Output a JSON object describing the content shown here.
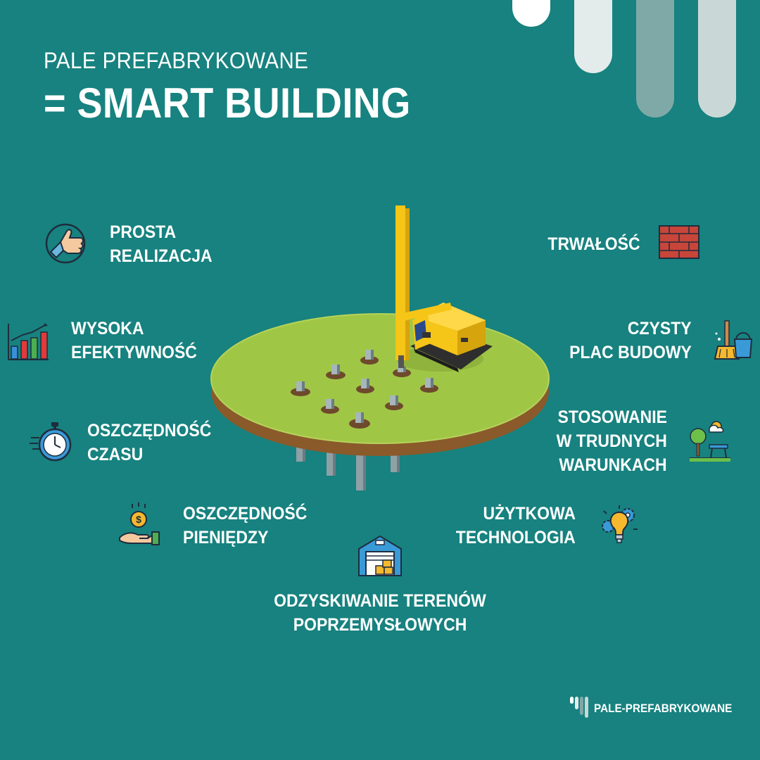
{
  "header": {
    "subtitle": "PALE PREFABRYKOWANE",
    "title": "= SMART BUILDING"
  },
  "features": {
    "prosta_realizacja": [
      "PROSTA",
      "REALIZACJA"
    ],
    "wysoka_efektywnosc": [
      "WYSOKA",
      "EFEKTYWNOŚĆ"
    ],
    "oszczednosc_czasu": [
      "OSZCZĘDNOŚĆ",
      "CZASU"
    ],
    "oszczednosc_pieniedzy": [
      "OSZCZĘDNOŚĆ",
      "PIENIĘDZY"
    ],
    "odzyskiwanie": [
      "ODZYSKIWANIE TERENÓW",
      "POPRZEMYSŁOWYCH"
    ],
    "uzytkowa_technologia": [
      "UŻYTKOWA",
      "TECHNOLOGIA"
    ],
    "stosowanie": [
      "STOSOWANIE",
      "W TRUDNYCH",
      "WARUNKACH"
    ],
    "czysty_plac": [
      "CZYSTY",
      "PLAC BUDOWY"
    ],
    "trwalosc": [
      "TRWAŁOŚĆ"
    ]
  },
  "icons": {
    "prosta_realizacja": "thumbs-up-icon",
    "wysoka_efektywnosc": "bar-chart-icon",
    "oszczednosc_czasu": "stopwatch-icon",
    "oszczednosc_pieniedzy": "money-hand-icon",
    "odzyskiwanie": "warehouse-icon",
    "uzytkowa_technologia": "lightbulb-gear-icon",
    "stosowanie": "park-weather-icon",
    "czysty_plac": "cleaning-tools-icon",
    "trwalosc": "brick-wall-icon",
    "illustration": "pile-driver-island"
  },
  "brand": {
    "name": "PALE-PREFABRYKOWANE"
  },
  "colors": {
    "background": "#17827f",
    "text": "#ffffff",
    "grass": "#a0c646",
    "soil": "#8a5a2b",
    "machine": "#f5c518",
    "brick": "#c8453a"
  }
}
